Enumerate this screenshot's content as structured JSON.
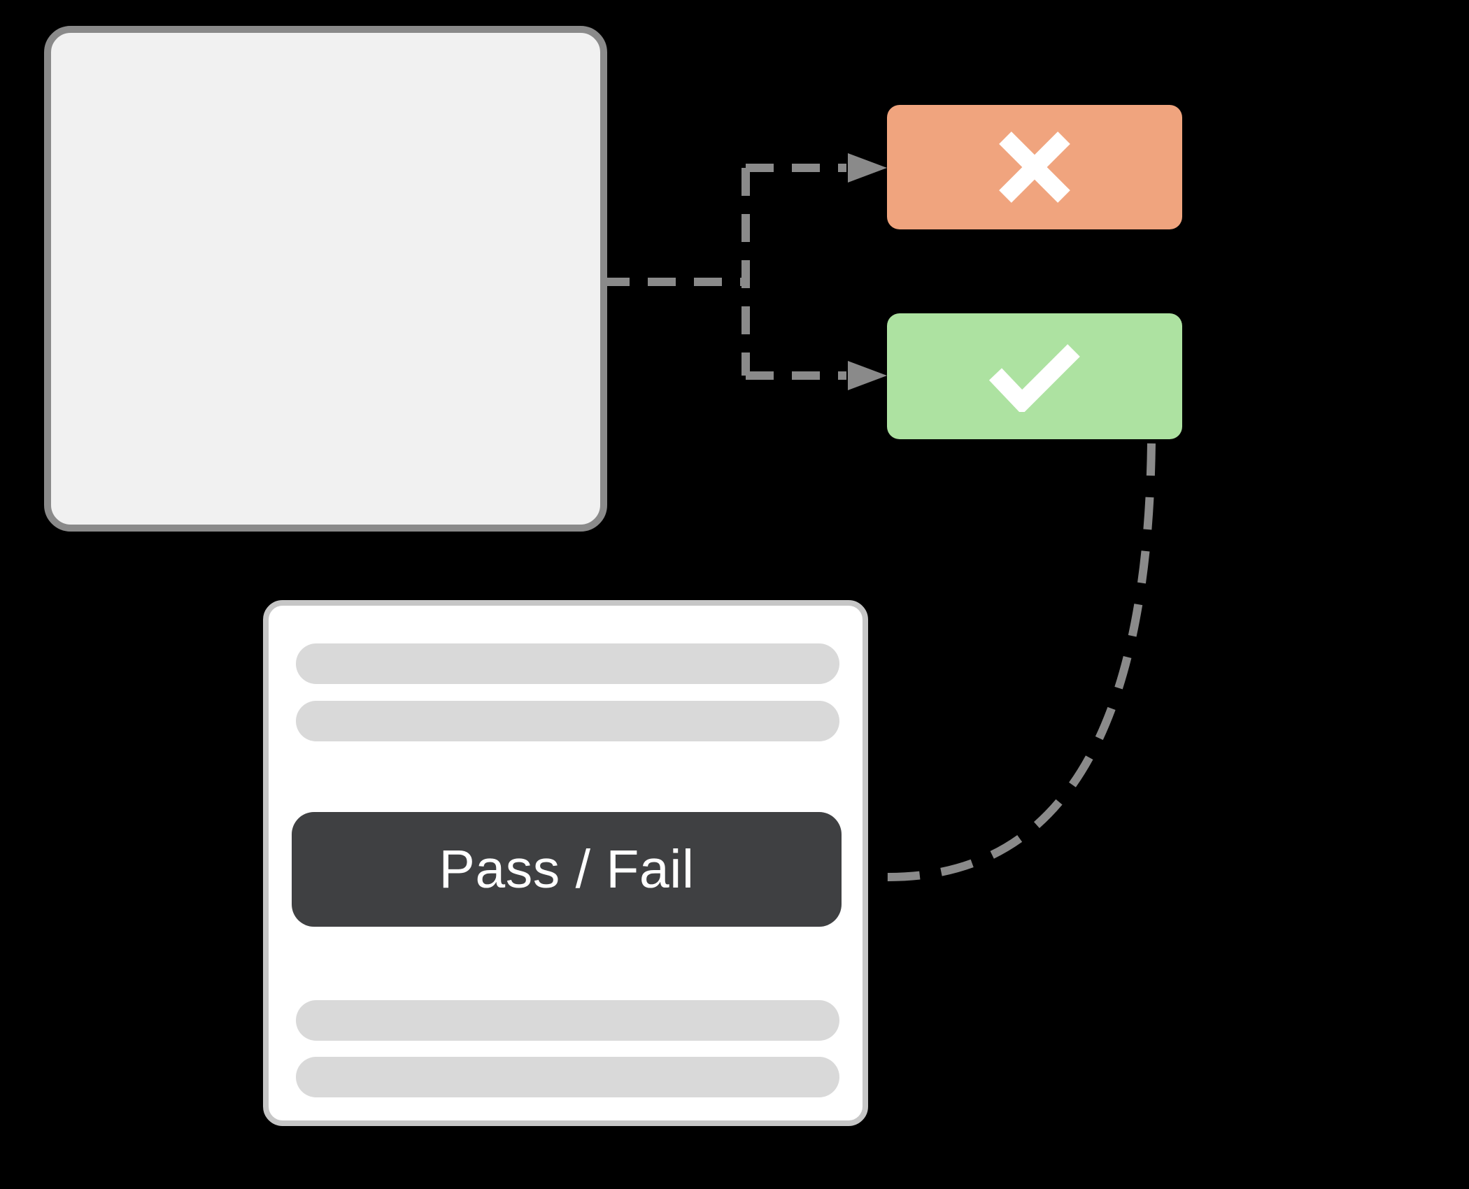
{
  "diagram": {
    "source_panel": {
      "description_icon": "blank-source-box"
    },
    "outcomes": {
      "fail": {
        "icon": "x-mark-icon",
        "color": "#F0A47E"
      },
      "pass": {
        "icon": "check-mark-icon",
        "color": "#ADE2A1"
      }
    },
    "card": {
      "button_label": "Pass / Fail",
      "placeholder_line_count": "4"
    },
    "colors": {
      "background": "#000000",
      "connector": "#8A8A8A",
      "source_fill": "#F1F1F1",
      "source_border": "#8A8A8A",
      "card_fill": "#FFFFFF",
      "card_border": "#C6C6C6",
      "placeholder_bar": "#D9D9D9",
      "button_fill": "#3F4042",
      "button_text": "#FFFFFF"
    }
  }
}
